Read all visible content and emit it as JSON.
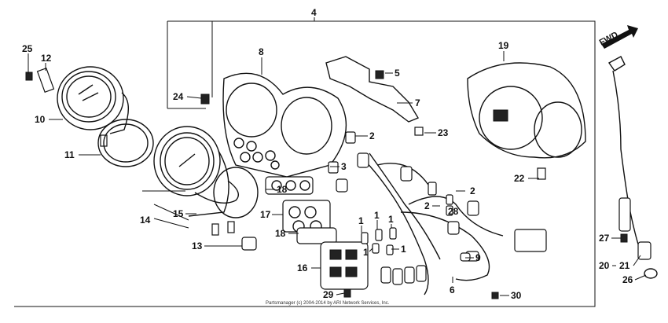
{
  "diagram": {
    "direction_label": "FWD",
    "copyright": "Partsmanager (c) 2004-2014 by ARI Network Services, Inc.",
    "callouts": [
      {
        "id": "c4",
        "text": "4"
      },
      {
        "id": "c25",
        "text": "25"
      },
      {
        "id": "c12",
        "text": "12"
      },
      {
        "id": "c10",
        "text": "10"
      },
      {
        "id": "c11",
        "text": "11"
      },
      {
        "id": "c24",
        "text": "24"
      },
      {
        "id": "c8",
        "text": "8"
      },
      {
        "id": "c5",
        "text": "5"
      },
      {
        "id": "c7",
        "text": "7"
      },
      {
        "id": "c19",
        "text": "19"
      },
      {
        "id": "c2a",
        "text": "2"
      },
      {
        "id": "c23",
        "text": "23"
      },
      {
        "id": "c3",
        "text": "3"
      },
      {
        "id": "c22",
        "text": "22"
      },
      {
        "id": "c2b",
        "text": "2"
      },
      {
        "id": "c2c",
        "text": "2"
      },
      {
        "id": "c28",
        "text": "28"
      },
      {
        "id": "c18a",
        "text": "18"
      },
      {
        "id": "c14",
        "text": "14"
      },
      {
        "id": "c15",
        "text": "15"
      },
      {
        "id": "c17",
        "text": "17"
      },
      {
        "id": "c1a",
        "text": "1"
      },
      {
        "id": "c1b",
        "text": "1"
      },
      {
        "id": "c1c",
        "text": "1"
      },
      {
        "id": "c1d",
        "text": "1"
      },
      {
        "id": "c1e",
        "text": "1"
      },
      {
        "id": "c18b",
        "text": "18"
      },
      {
        "id": "c13",
        "text": "13"
      },
      {
        "id": "c9",
        "text": "9"
      },
      {
        "id": "c27",
        "text": "27"
      },
      {
        "id": "c20",
        "text": "20"
      },
      {
        "id": "c21",
        "text": "21"
      },
      {
        "id": "c16",
        "text": "16"
      },
      {
        "id": "c26",
        "text": "26"
      },
      {
        "id": "c6",
        "text": "6"
      },
      {
        "id": "c29",
        "text": "29"
      },
      {
        "id": "c30",
        "text": "30"
      }
    ]
  }
}
